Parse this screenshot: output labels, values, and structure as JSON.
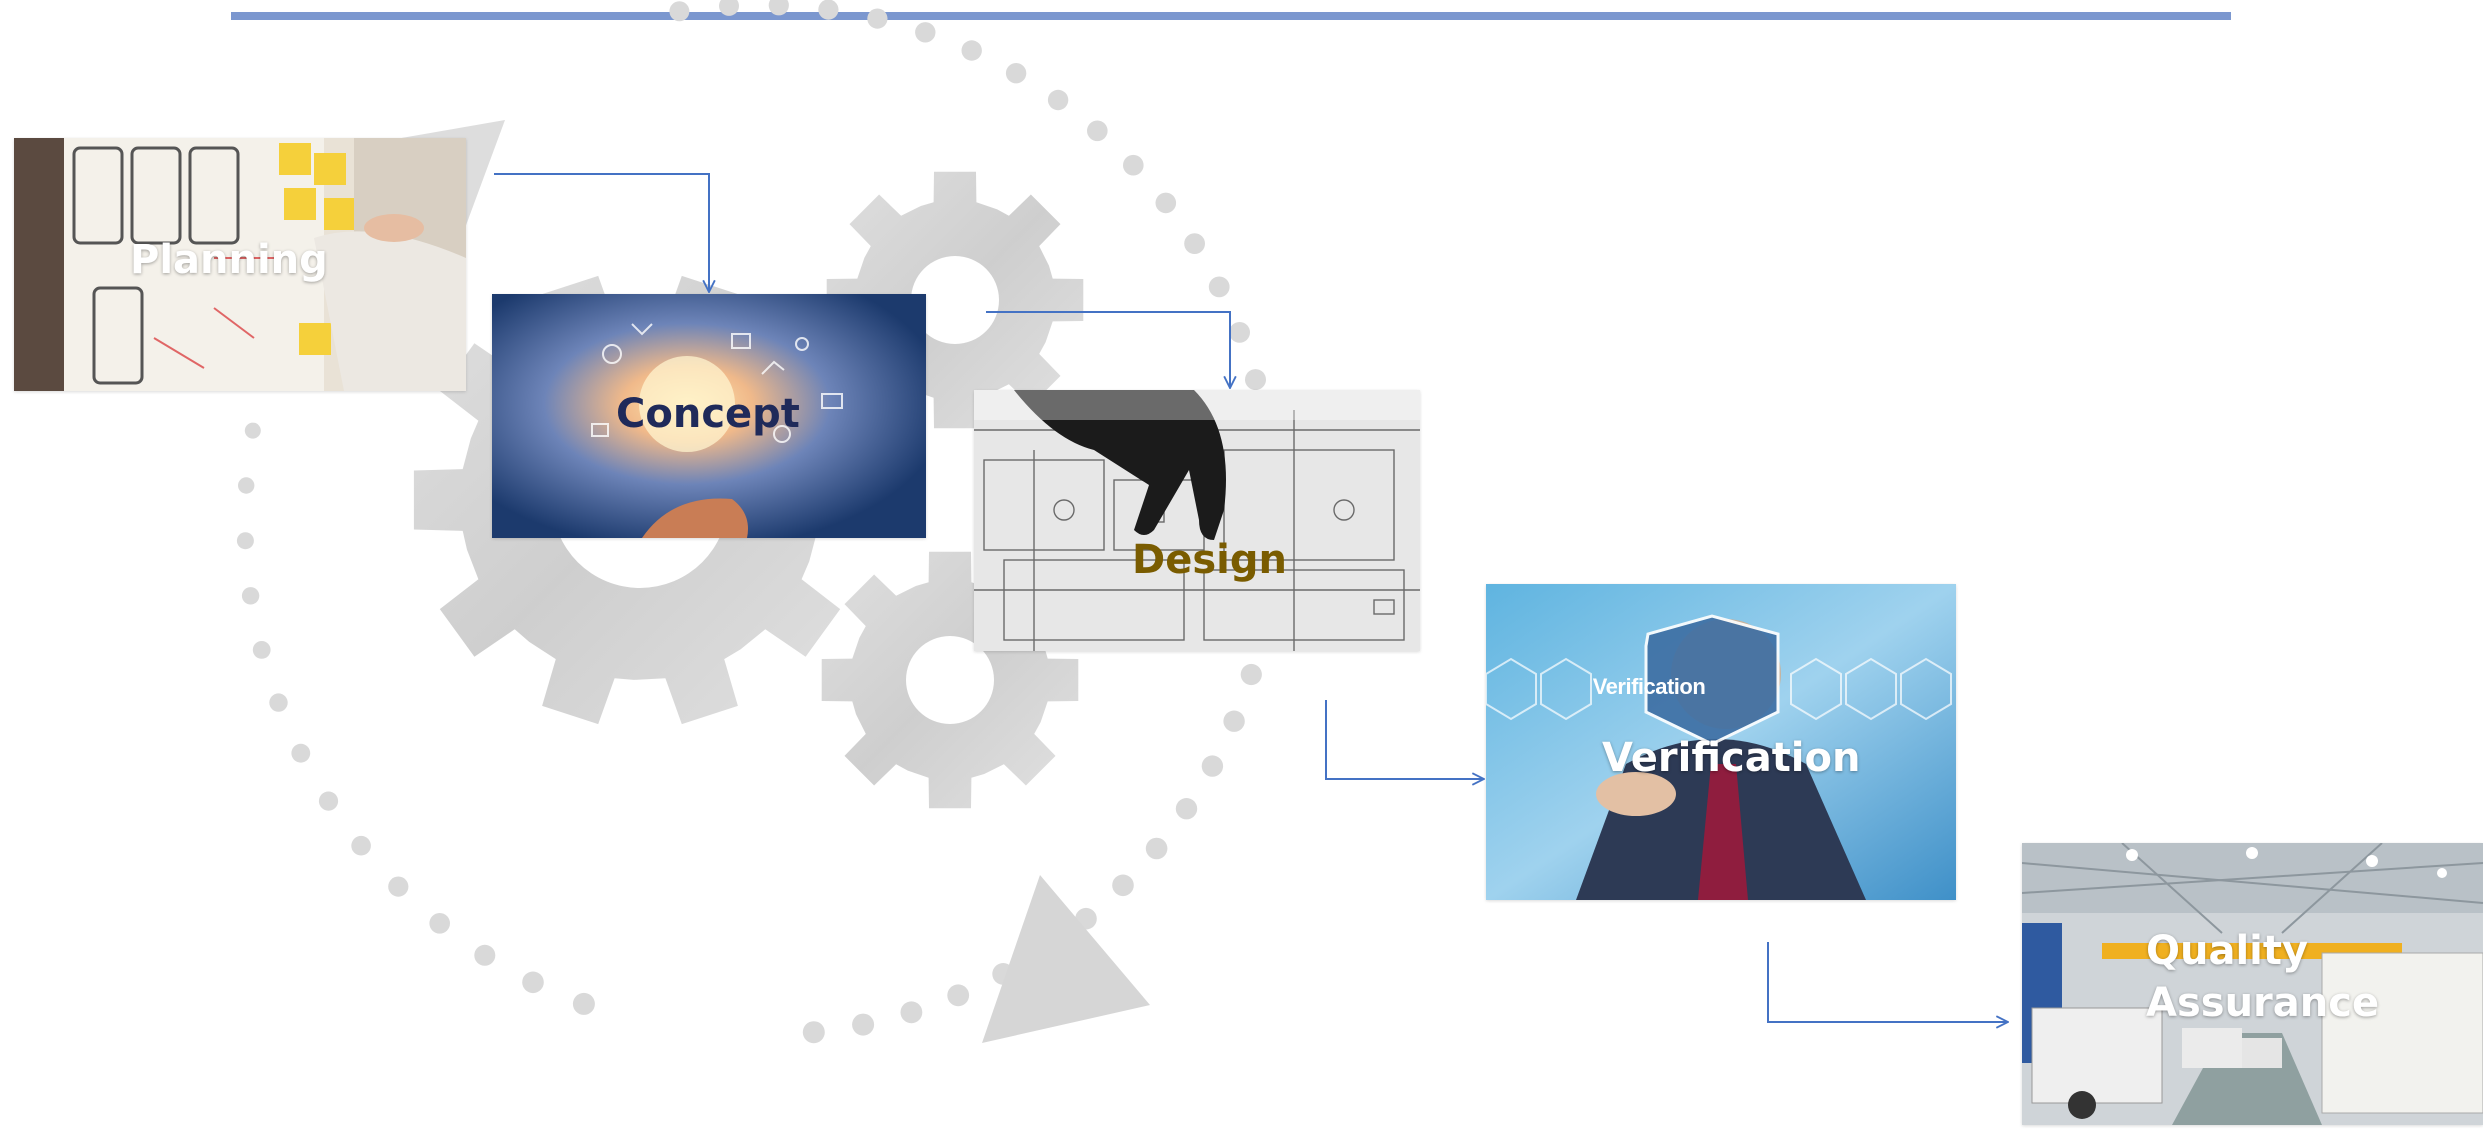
{
  "colors": {
    "rule": "#7b97cf",
    "arrow": "#4472c4",
    "gear": "#d4d4d4",
    "dots": "#d9d9d9"
  },
  "decor": {
    "gears": [
      "gear-icon",
      "gear-icon",
      "gear-icon"
    ],
    "cycle": "dotted-circular-arrow"
  },
  "steps": [
    {
      "name": "planning",
      "label": "Planning",
      "label_color": "#ffffff",
      "image": "sticky-notes-wireframes-photo"
    },
    {
      "name": "concept",
      "label": "Concept",
      "label_color": "#1f2a5a",
      "image": "lightbulb-idea-icons-photo"
    },
    {
      "name": "design",
      "label": "Design",
      "label_color": "#7a5c00",
      "image": "hand-on-blueprint-photo"
    },
    {
      "name": "verification",
      "label": "Verification",
      "label_color": "#ffffff",
      "image": "businessman-touch-hexagon-photo",
      "badge": "Verification"
    },
    {
      "name": "quality-assurance",
      "label": "Quality\nAssurance",
      "label_color": "#ffffff",
      "image": "factory-generators-photo"
    }
  ]
}
